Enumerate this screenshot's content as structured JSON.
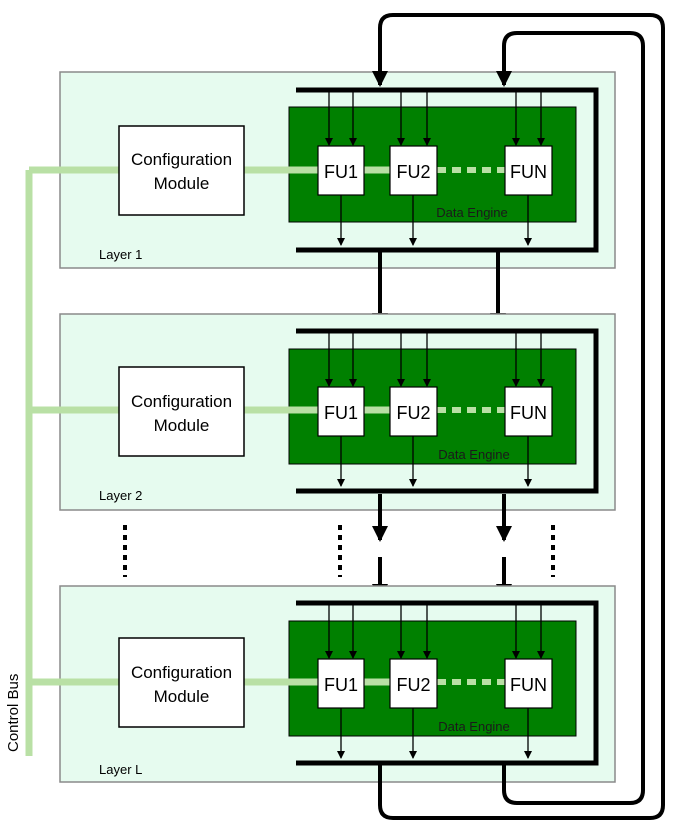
{
  "layers": [
    {
      "label": "Layer 1",
      "config_line1": "Configuration",
      "config_line2": "Module",
      "engine_label": "Data Engine",
      "fu": [
        "FU1",
        "FU2",
        "FUN"
      ]
    },
    {
      "label": "Layer 2",
      "config_line1": "Configuration",
      "config_line2": "Module",
      "engine_label": "Data Engine",
      "fu": [
        "FU1",
        "FU2",
        "FUN"
      ]
    },
    {
      "label": "Layer L",
      "config_line1": "Configuration",
      "config_line2": "Module",
      "engine_label": "Data Engine",
      "fu": [
        "FU1",
        "FU2",
        "FUN"
      ]
    }
  ],
  "control_bus_label": "Control Bus",
  "colors": {
    "layer_fill": "#e6fbef",
    "engine_fill": "#008000",
    "control_bus": "#b9e0a5"
  }
}
